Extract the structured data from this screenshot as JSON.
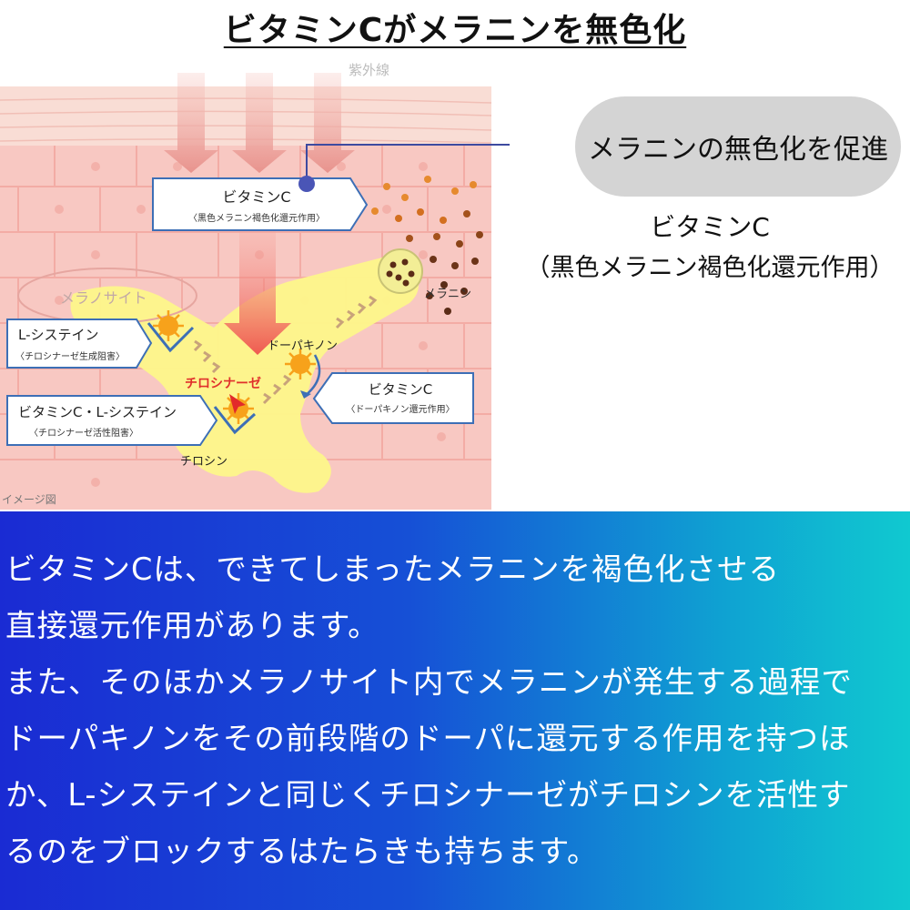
{
  "title": "ビタミンCがメラニンを無色化",
  "diagram": {
    "uv_label": "紫外線",
    "callout_vc": {
      "title": "ビタミンC",
      "sub": "〈黒色メラニン褐色化還元作用〉"
    },
    "melanocyte_label": "メラノサイト",
    "cysteine": {
      "title": "L-システイン",
      "sub": "〈チロシナーゼ生成阻害〉"
    },
    "vc_cysteine": {
      "title": "ビタミンC・L-システイン",
      "sub": "〈チロシナーゼ活性阻害〉"
    },
    "vc_dopa": {
      "title": "ビタミンC",
      "sub": "〈ドーパキノン還元作用〉"
    },
    "tyrosinase_label": "チロシナーゼ",
    "dopaquinone_label": "ドーパキノン",
    "tyrosine_label": "チロシン",
    "melanin_label": "メラニン",
    "image_note": "イメージ図"
  },
  "bubble": "メラニンの無色化を促進",
  "right_caption": {
    "title": "ビタミンC",
    "sub": "（黒色メラニン褐色化還元作用）"
  },
  "body_lines": [
    "ビタミンCは、できてしまったメラニンを褐色化させる",
    "直接還元作用があります。",
    "また、そのほかメラノサイト内でメラニンが発生する過程で",
    "ドーパキノンをその前段階のドーパに還元する作用を持つほ",
    "か、L-システインと同じくチロシナーゼがチロシンを活性す",
    "るのをブロックするはたらきも持ちます。"
  ],
  "colors": {
    "panel_start": "#1a2bd3",
    "panel_end": "#10c9d0",
    "skin": "#f7c9c3",
    "melanocyte": "#fdf78a",
    "callout_border": "#3d6fb6"
  }
}
